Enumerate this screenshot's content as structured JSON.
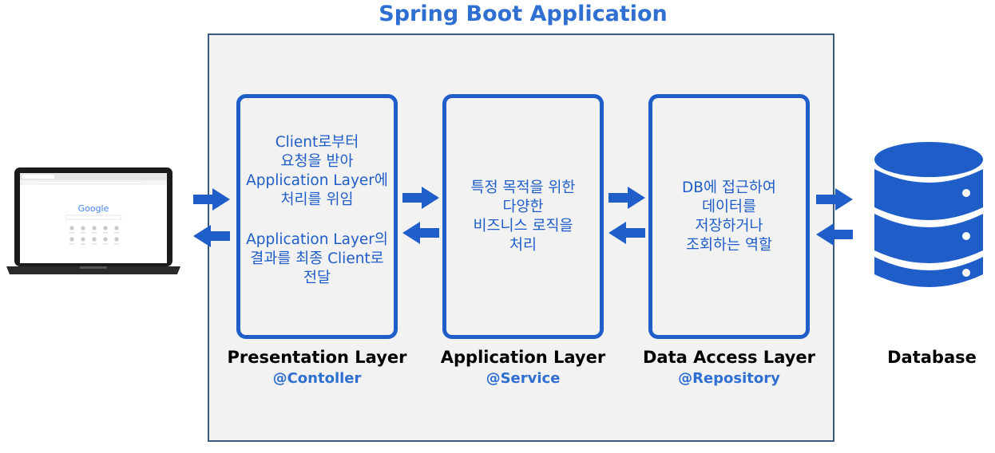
{
  "title": "Spring Boot Application",
  "layers": [
    {
      "description_lines": [
        "Client로부터",
        "요청을 받아",
        "Application Layer에",
        "처리를 위임"
      ],
      "description_lines_2": [
        "Application Layer의",
        "결과를 최종 Client로",
        "전달"
      ],
      "name": "Presentation Layer",
      "annotation": "@Contoller"
    },
    {
      "description_lines": [
        "특정 목적을 위한",
        "다양한",
        "비즈니스 로직을",
        "처리"
      ],
      "name": "Application Layer",
      "annotation": "@Service"
    },
    {
      "description_lines": [
        "DB에 접근하여",
        "데이터를",
        "저장하거나",
        "조회하는 역할"
      ],
      "name": "Data Access Layer",
      "annotation": "@Repository"
    }
  ],
  "database_label": "Database",
  "browser_logo": "Google",
  "icons": {
    "client": "laptop-icon",
    "database": "database-icon"
  },
  "colors": {
    "accent": "#1f5dc9",
    "title": "#2e6fd1",
    "frame_bg": "#f2f2f2"
  }
}
